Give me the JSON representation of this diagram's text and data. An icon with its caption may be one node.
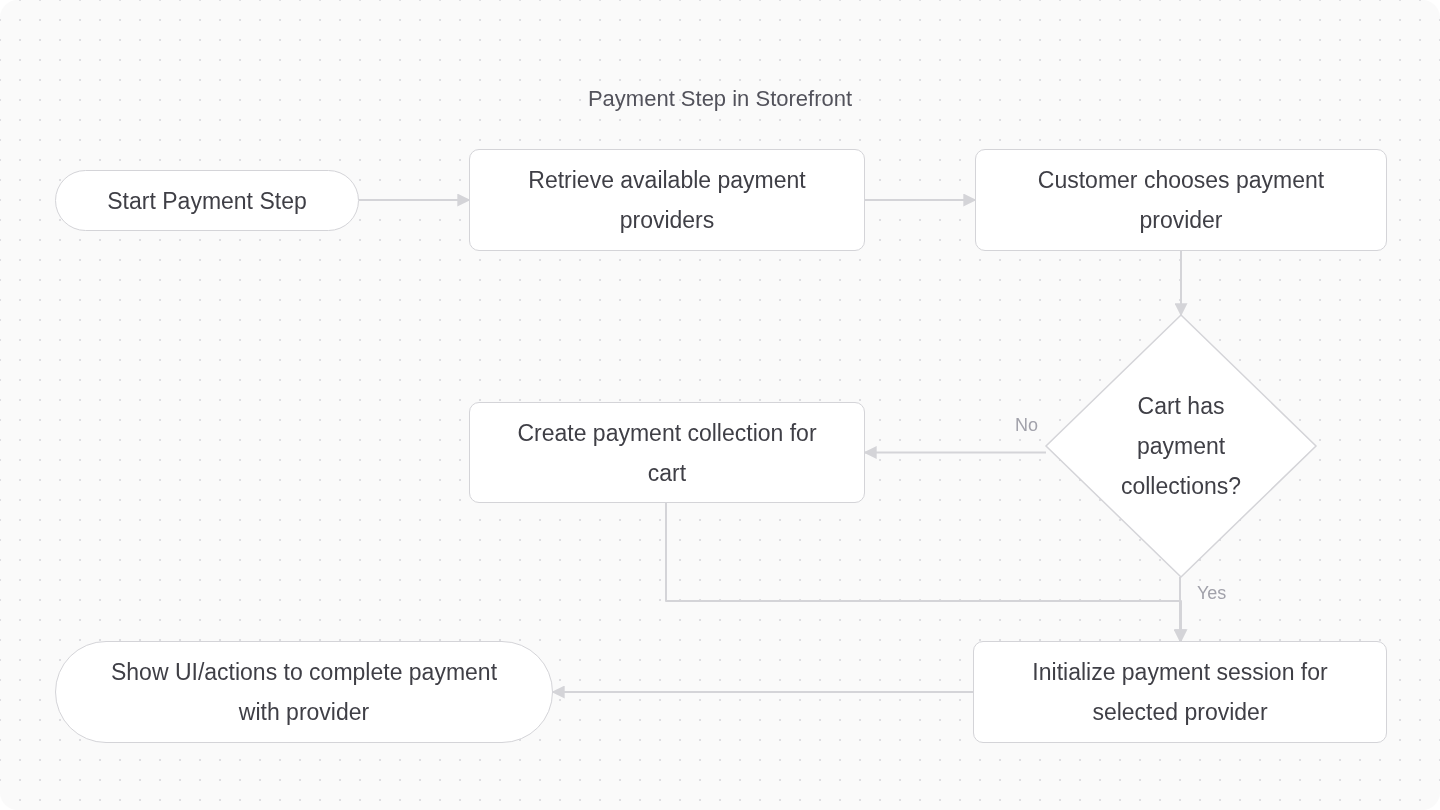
{
  "diagram": {
    "title": "Payment Step in Storefront",
    "nodes": [
      {
        "text": [
          "Start Payment Step"
        ]
      },
      {
        "text": [
          "Retrieve available payment providers"
        ]
      },
      {
        "text": [
          "Customer chooses payment provider"
        ]
      },
      {
        "text": [
          "Cart has payment collections?"
        ]
      },
      {
        "text": [
          "Create payment collection for cart"
        ]
      },
      {
        "text": [
          "Initialize payment session for selected provider"
        ]
      },
      {
        "text": [
          "Show UI/actions to complete payment with provider"
        ]
      }
    ],
    "edges": [
      {
        "from": 0,
        "to": 1,
        "arrow": "to"
      },
      {
        "from": 1,
        "to": 2,
        "arrow": "to"
      },
      {
        "from": 2,
        "to": 3,
        "arrow": "to"
      },
      {
        "from": 3,
        "to": 4,
        "arrow": "to",
        "label": "No"
      },
      {
        "from": 3,
        "to": 5,
        "arrow": "to",
        "label": "Yes"
      },
      {
        "from": 4,
        "to": 5,
        "arrow": "to"
      },
      {
        "from": 5,
        "to": 6,
        "arrow": "to"
      }
    ]
  }
}
